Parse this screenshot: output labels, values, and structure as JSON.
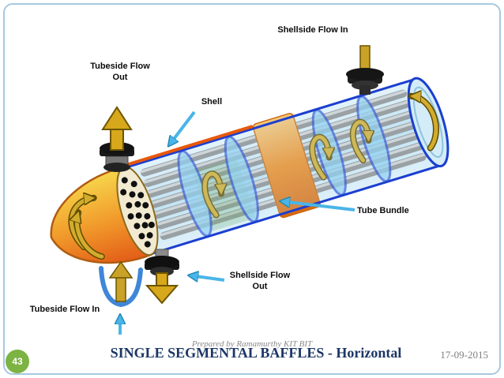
{
  "slide": {
    "page_number": "43",
    "date": "17-09-2015",
    "title": "SINGLE SEGMENTAL BAFFLES - Horizontal",
    "watermark": "Prepared by Ramamurthy KIT BIT"
  },
  "labels": {
    "shellside_flow_in": "Shellside Flow In",
    "tubeside_flow_out": "Tubeside Flow Out",
    "shell": "Shell",
    "tube_bundle": "Tube Bundle",
    "shellside_flow_out": "Shellside Flow Out",
    "tubeside_flow_in": "Tubeside Flow In"
  },
  "colors": {
    "accent_cyan": "#4ab5e8",
    "shell_outline_blue": "#1b3fd0",
    "shell_fill": "#cfe9f8",
    "band_orange": "#ef8b1f",
    "flow_yellow": "#d7a71c",
    "badge_green": "#7cb342",
    "title_navy": "#1c3666",
    "frame_blue": "#a6c9e0"
  }
}
